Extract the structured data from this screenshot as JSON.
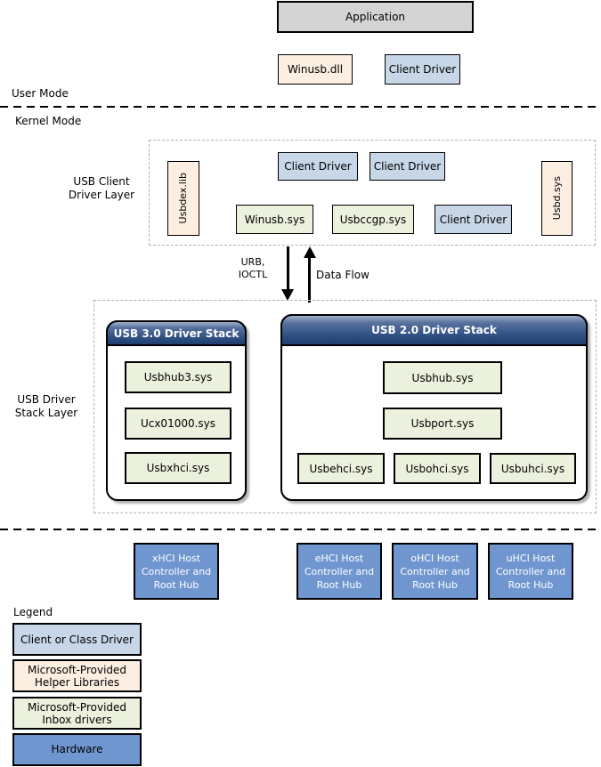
{
  "colors": {
    "client_driver_blue": "#c7d7e8",
    "helper_library_peach": "#fceee1",
    "inbox_driver_green": "#ebf1dd",
    "hardware_blue": "#7096d0",
    "stack_header_navy": "#2e4f82",
    "application_gray": "#d4d4d4"
  },
  "user_mode": {
    "label": "User Mode",
    "application": "Application",
    "winusb_dll": "Winusb.dll",
    "client_driver": "Client Driver"
  },
  "kernel_mode": {
    "label": "Kernel Mode"
  },
  "client_layer": {
    "label_line1": "USB Client",
    "label_line2": "Driver Layer",
    "usbdex_lib": "Usbdex.lib",
    "client_driver_top_1": "Client Driver",
    "client_driver_top_2": "Client Driver",
    "winusb_sys": "Winusb.sys",
    "usbccgp_sys": "Usbccgp.sys",
    "client_driver_bottom": "Client Driver",
    "usbd_sys": "Usbd.sys"
  },
  "flow": {
    "urb_line1": "URB,",
    "urb_line2": "IOCTL",
    "data_flow": "Data Flow"
  },
  "stack_layer": {
    "label_line1": "USB Driver",
    "label_line2": "Stack Layer",
    "usb3": {
      "title": "USB 3.0 Driver Stack",
      "drivers": [
        "Usbhub3.sys",
        "Ucx01000.sys",
        "Usbxhci.sys"
      ]
    },
    "usb2": {
      "title": "USB 2.0 Driver Stack",
      "drivers_top": [
        "Usbhub.sys",
        "Usbport.sys"
      ],
      "drivers_bottom": [
        "Usbehci.sys",
        "Usbohci.sys",
        "Usbuhci.sys"
      ]
    }
  },
  "hardware": {
    "controllers": [
      {
        "lines": [
          "xHCI Host",
          "Controller and",
          "Root Hub"
        ]
      },
      {
        "lines": [
          "eHCI Host",
          "Controller and",
          "Root Hub"
        ]
      },
      {
        "lines": [
          "oHCI Host",
          "Controller and",
          "Root Hub"
        ]
      },
      {
        "lines": [
          "uHCI Host",
          "Controller and",
          "Root Hub"
        ]
      }
    ]
  },
  "legend": {
    "title": "Legend",
    "items": [
      {
        "lines": [
          "Client or Class Driver"
        ]
      },
      {
        "lines": [
          "Microsoft-Provided",
          "Helper Libraries"
        ]
      },
      {
        "lines": [
          "Microsoft-Provided",
          "Inbox drivers"
        ]
      },
      {
        "lines": [
          "Hardware"
        ]
      }
    ]
  }
}
